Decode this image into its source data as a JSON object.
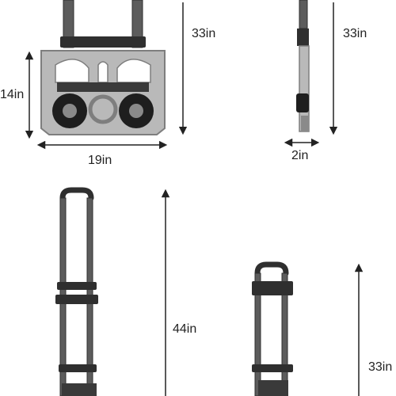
{
  "labels": {
    "folded_front_height": "33in",
    "folded_depth": "14in",
    "folded_width": "19in",
    "folded_side_height": "33in",
    "folded_side_thickness": "2in",
    "extended_tall_height": "44in",
    "extended_short_height": "33in"
  },
  "colors": {
    "frame": "#5c5c5c",
    "frame_dark": "#2f2f2f",
    "plate": "#b9b9b9",
    "plate_edge": "#7e7e7e",
    "wheel": "#1e1e1e",
    "arrow": "#222222"
  }
}
